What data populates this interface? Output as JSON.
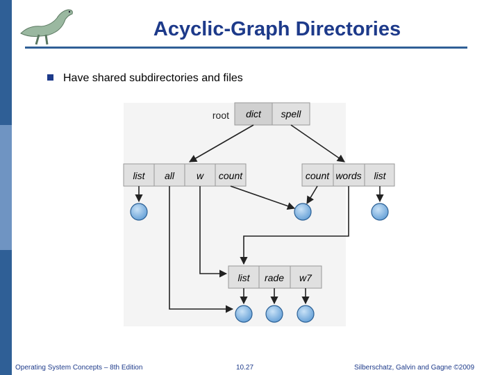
{
  "slide": {
    "title": "Acyclic-Graph Directories",
    "bullet": "Have shared subdirectories and files"
  },
  "diagram": {
    "root_label": "root",
    "root_entries": [
      "dict",
      "spell"
    ],
    "dict_entries": [
      "list",
      "all",
      "w",
      "count"
    ],
    "spell_entries": [
      "count",
      "words",
      "list"
    ],
    "shared_entries": [
      "list",
      "rade",
      "w7"
    ]
  },
  "footer": {
    "left": "Operating System Concepts – 8th Edition",
    "center": "10.27",
    "right": "Silberschatz, Galvin and Gagne ©2009"
  },
  "colors": {
    "title": "#1d3a8a",
    "sidebar": "#2f5f96",
    "box_fill": "#e0e0e0",
    "leaf_fill": "#7fb0e0"
  }
}
